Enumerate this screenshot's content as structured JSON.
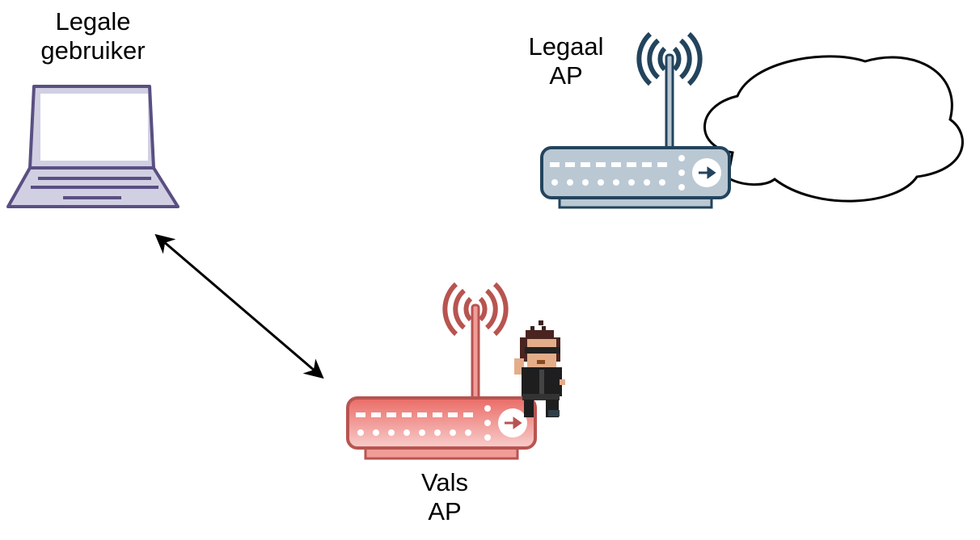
{
  "diagram": {
    "title": "Rogue access point scenario",
    "nodes": {
      "legit_user": {
        "line1": "Legale",
        "line2": "gebruiker",
        "icon": "laptop-icon",
        "color": "#5a4f82",
        "fill": "#d1cfe2"
      },
      "legit_ap": {
        "line1": "Legaal",
        "line2": "AP",
        "icon": "wireless-router-icon",
        "color": "#23445d",
        "fill": "#bac8d3"
      },
      "rogue_ap": {
        "line1": "Vals",
        "line2": "AP",
        "icon": "wireless-router-icon",
        "color": "#b85450",
        "fill": "#f19c99"
      },
      "attacker": {
        "icon": "pixel-hacker-icon"
      },
      "internet": {
        "icon": "cloud-icon",
        "label": ""
      }
    },
    "edges": [
      {
        "from": "legit_user",
        "to": "rogue_ap",
        "type": "bidirectional-arrow"
      }
    ]
  }
}
